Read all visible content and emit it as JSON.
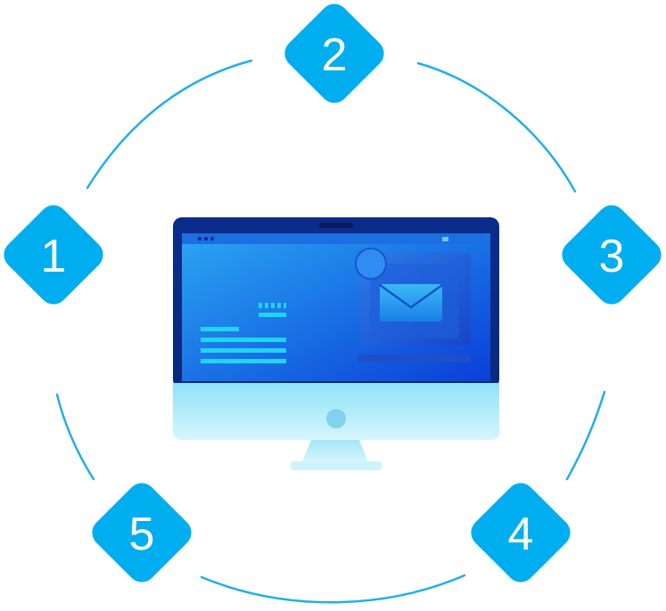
{
  "steps": [
    {
      "number": "1"
    },
    {
      "number": "2"
    },
    {
      "number": "3"
    },
    {
      "number": "4"
    },
    {
      "number": "5"
    }
  ],
  "colors": {
    "accent": "#00AEEF",
    "ring": "#22AEEA",
    "screen_dark": "#0C2B8F",
    "screen_light": "#2AA6F2",
    "monitor_base": "#BDEFFB"
  },
  "icons": {
    "center": "desktop-monitor-icon",
    "mail": "envelope-icon"
  }
}
